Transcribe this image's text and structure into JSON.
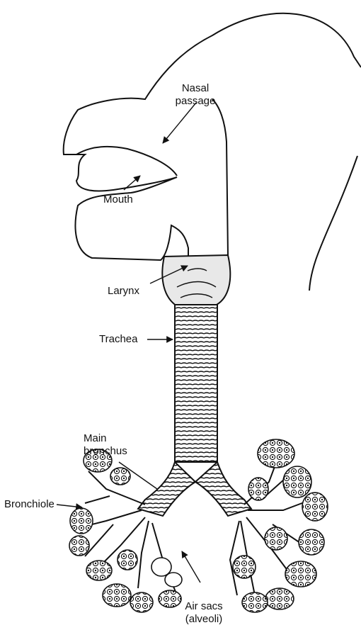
{
  "labels": {
    "nasal_passage_1": "Nasal",
    "nasal_passage_2": "passage",
    "mouth": "Mouth",
    "larynx": "Larynx",
    "trachea": "Trachea",
    "main_bronchus_1": "Main",
    "main_bronchus_2": "bronchus",
    "bronchiole": "Bronchiole",
    "air_sacs_1": "Air sacs",
    "air_sacs_2": "(alveoli)"
  },
  "colors": {
    "ink": "#111111",
    "paper": "#ffffff",
    "shade": "#cfcfcf"
  }
}
